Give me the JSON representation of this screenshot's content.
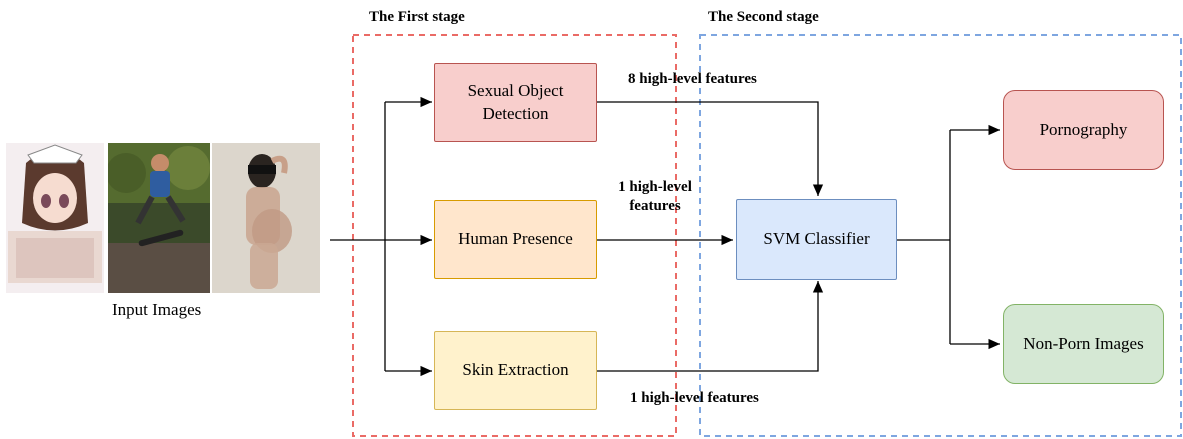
{
  "stages": {
    "first": "The First stage",
    "second": "The Second stage"
  },
  "input_caption": "Input Images",
  "modules": {
    "sexual_object": "Sexual Object Detection",
    "human_presence": "Human Presence",
    "skin_extraction": "Skin Extraction"
  },
  "classifier": "SVM Classifier",
  "outputs": {
    "porn": "Pornography",
    "non_porn": "Non-Porn Images"
  },
  "feature_labels": {
    "sexual_object": "8 high-level features",
    "human_presence": "1 high-level features",
    "skin_extraction": "1 high-level features"
  },
  "colors": {
    "red_fill": "#f8cecc",
    "red_border": "#b85450",
    "orange_fill": "#ffe6cc",
    "orange_border": "#d79b00",
    "yellow_fill": "#fff2cc",
    "yellow_border": "#d6b656",
    "blue_fill": "#dae8fc",
    "blue_border": "#6c8ebf",
    "green_fill": "#d5e8d4",
    "green_border": "#82b366",
    "stage1_dash": "#ea6b66",
    "stage2_dash": "#7ea6e0"
  }
}
